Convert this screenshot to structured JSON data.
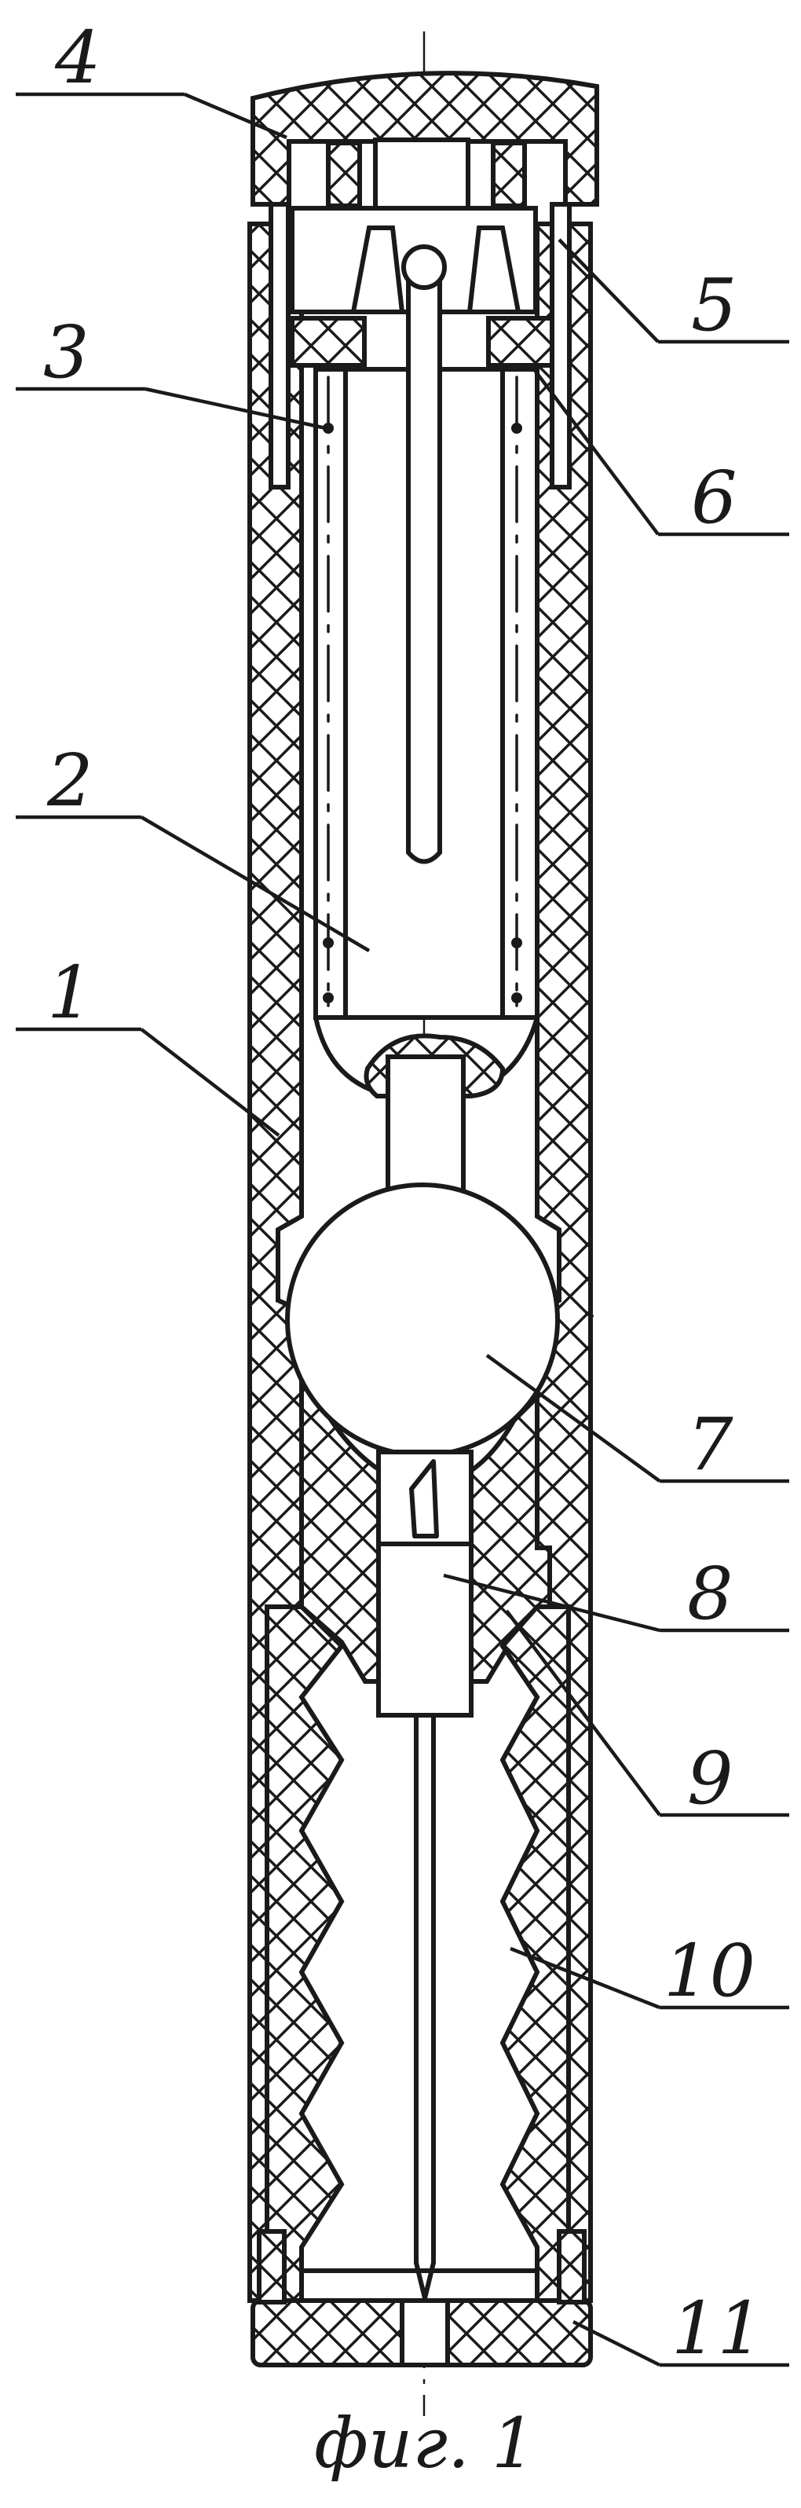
{
  "labels": {
    "l1": "1",
    "l2": "2",
    "l3": "3",
    "l4": "4",
    "l5": "5",
    "l6": "6",
    "l7": "7",
    "l8": "8",
    "l9": "9",
    "l10": "10",
    "l11": "11"
  },
  "caption": "фиг. 1"
}
